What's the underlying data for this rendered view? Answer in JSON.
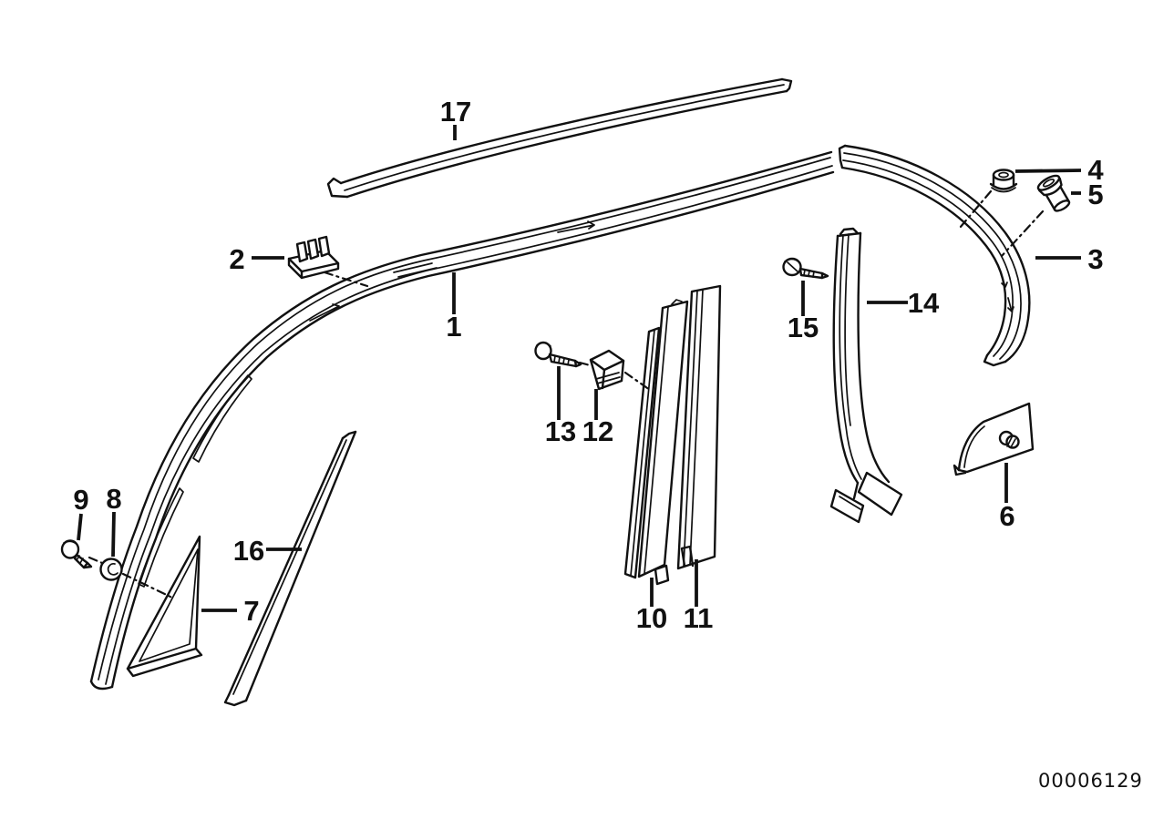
{
  "diagram": {
    "code": "00006129",
    "background_color": "#ffffff",
    "line_color": "#111111",
    "callouts": [
      {
        "label": "1"
      },
      {
        "label": "2"
      },
      {
        "label": "3"
      },
      {
        "label": "4"
      },
      {
        "label": "5"
      },
      {
        "label": "6"
      },
      {
        "label": "7"
      },
      {
        "label": "8"
      },
      {
        "label": "9"
      },
      {
        "label": "10"
      },
      {
        "label": "11"
      },
      {
        "label": "12"
      },
      {
        "label": "13"
      },
      {
        "label": "14"
      },
      {
        "label": "15"
      },
      {
        "label": "16"
      },
      {
        "label": "17"
      }
    ]
  }
}
